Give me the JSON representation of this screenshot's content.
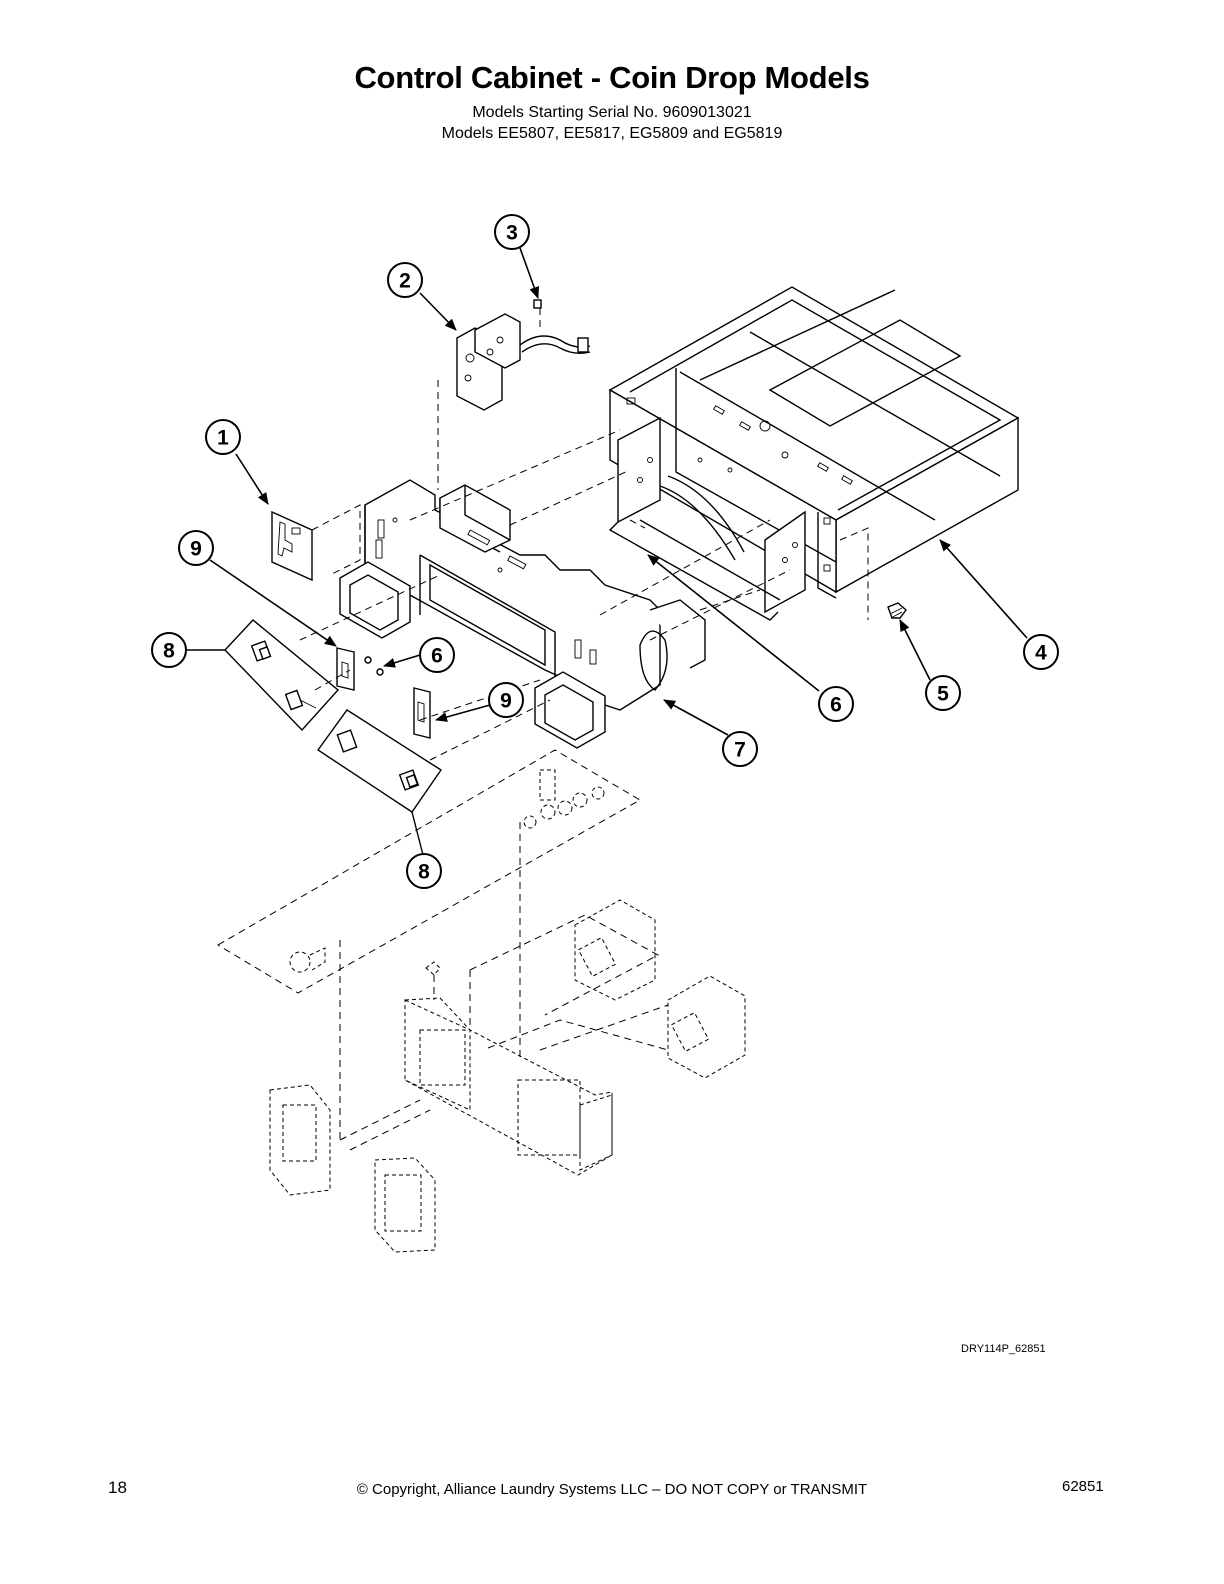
{
  "header": {
    "title": "Control Cabinet - Coin Drop Models",
    "subtitle_line1": "Models Starting Serial No. 9609013021",
    "subtitle_line2": "Models EE5807, EE5817, EG5809 and EG5819"
  },
  "diagram": {
    "callouts": [
      "1",
      "2",
      "3",
      "4",
      "5",
      "6",
      "6",
      "7",
      "8",
      "8",
      "9",
      "9"
    ],
    "drawing_code": "DRY114P_62851"
  },
  "footer": {
    "page_number": "18",
    "copyright": "© Copyright, Alliance Laundry Systems LLC – DO NOT COPY or TRANSMIT",
    "document_number": "62851"
  }
}
